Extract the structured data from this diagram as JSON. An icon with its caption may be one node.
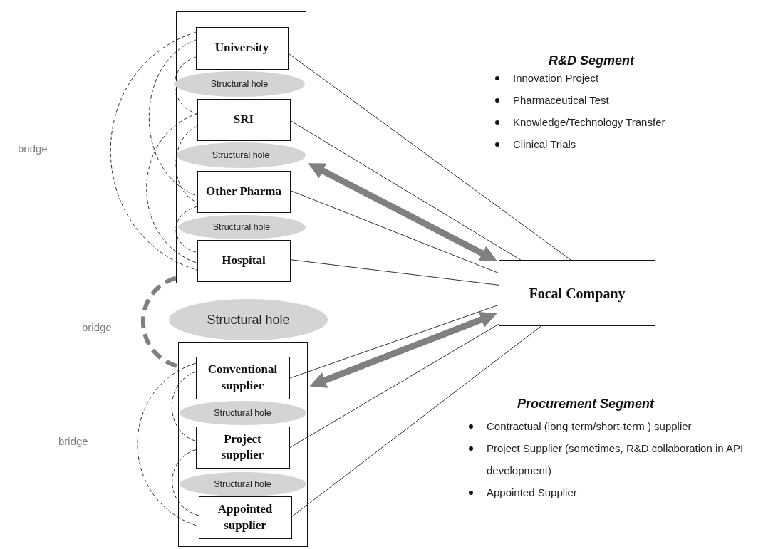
{
  "diagram": {
    "nodes": [
      {
        "text": [],
        "shape": "box"
      },
      {
        "text": [
          "University"
        ],
        "in": 0
      },
      {
        "text": [
          "Structural hole"
        ],
        "in": 0
      },
      {
        "text": [
          "SRI"
        ],
        "in": 0
      },
      {
        "text": [
          "Structural hole"
        ],
        "in": 0
      },
      {
        "text": [
          "Other Pharma"
        ],
        "in": 0
      },
      {
        "text": [
          "Structural hole"
        ],
        "in": 0
      },
      {
        "text": [
          "Hospital"
        ],
        "in": 0
      },
      {
        "text": [
          "Structural hole"
        ]
      },
      {
        "text": [],
        "shape": "box"
      },
      {
        "text": [
          "Conventional supplier"
        ],
        "in": 9
      },
      {
        "text": [
          "Structural hole"
        ],
        "in": 9
      },
      {
        "text": [
          "Project supplier"
        ],
        "in": 9
      },
      {
        "text": [
          "Structural hole"
        ],
        "in": 9
      },
      {
        "text": [
          "Appointed supplier"
        ],
        "in": 9
      },
      {
        "text": [
          "Focal Company"
        ]
      }
    ],
    "edges": [
      {
        "from": 1,
        "to": 15,
        "arrow": "none"
      },
      {
        "from": 3,
        "to": 15,
        "arrow": "none"
      },
      {
        "from": 5,
        "to": 15,
        "arrow": "none"
      },
      {
        "from": 7,
        "to": 15,
        "arrow": "none"
      },
      {
        "from": 0,
        "to": 15,
        "arrow": "both",
        "style": "thick",
        "color": "#808080"
      },
      {
        "from": 10,
        "to": 15,
        "arrow": "none"
      },
      {
        "from": 12,
        "to": 15,
        "arrow": "none"
      },
      {
        "from": 14,
        "to": 15,
        "arrow": "none"
      },
      {
        "from": 9,
        "to": 15,
        "arrow": "both",
        "style": "thick",
        "color": "#808080"
      },
      {
        "from": 0,
        "to": 9,
        "arrow": "none",
        "style": "dashed",
        "color": "#808080"
      },
      {
        "from": 1,
        "to": 3,
        "arrow": "none",
        "style": "dashed"
      },
      {
        "from": 1,
        "to": 5,
        "arrow": "none",
        "style": "dashed"
      },
      {
        "from": 1,
        "to": 7,
        "arrow": "none",
        "style": "dashed"
      },
      {
        "from": 3,
        "to": 5,
        "arrow": "none",
        "style": "dashed"
      },
      {
        "from": 3,
        "to": 7,
        "arrow": "none",
        "style": "dashed"
      },
      {
        "from": 5,
        "to": 7,
        "arrow": "none",
        "style": "dashed"
      },
      {
        "from": 10,
        "to": 12,
        "arrow": "none",
        "style": "dashed"
      },
      {
        "from": 10,
        "to": 14,
        "arrow": "none",
        "style": "dashed"
      },
      {
        "from": 12,
        "to": 14,
        "arrow": "none",
        "style": "dashed"
      }
    ],
    "labels": [
      "R&D Segment",
      "Innovation Project",
      "Pharmaceutical Test",
      "Knowledge/Technology Transfer",
      "Clinical Trials",
      "bridge",
      "bridge",
      "Procurement Segment",
      "bridge",
      "Contractual (long-term/short-term ) supplier",
      "Project Supplier (sometimes, R&D collaboration in API development)",
      "Appointed Supplier"
    ]
  }
}
